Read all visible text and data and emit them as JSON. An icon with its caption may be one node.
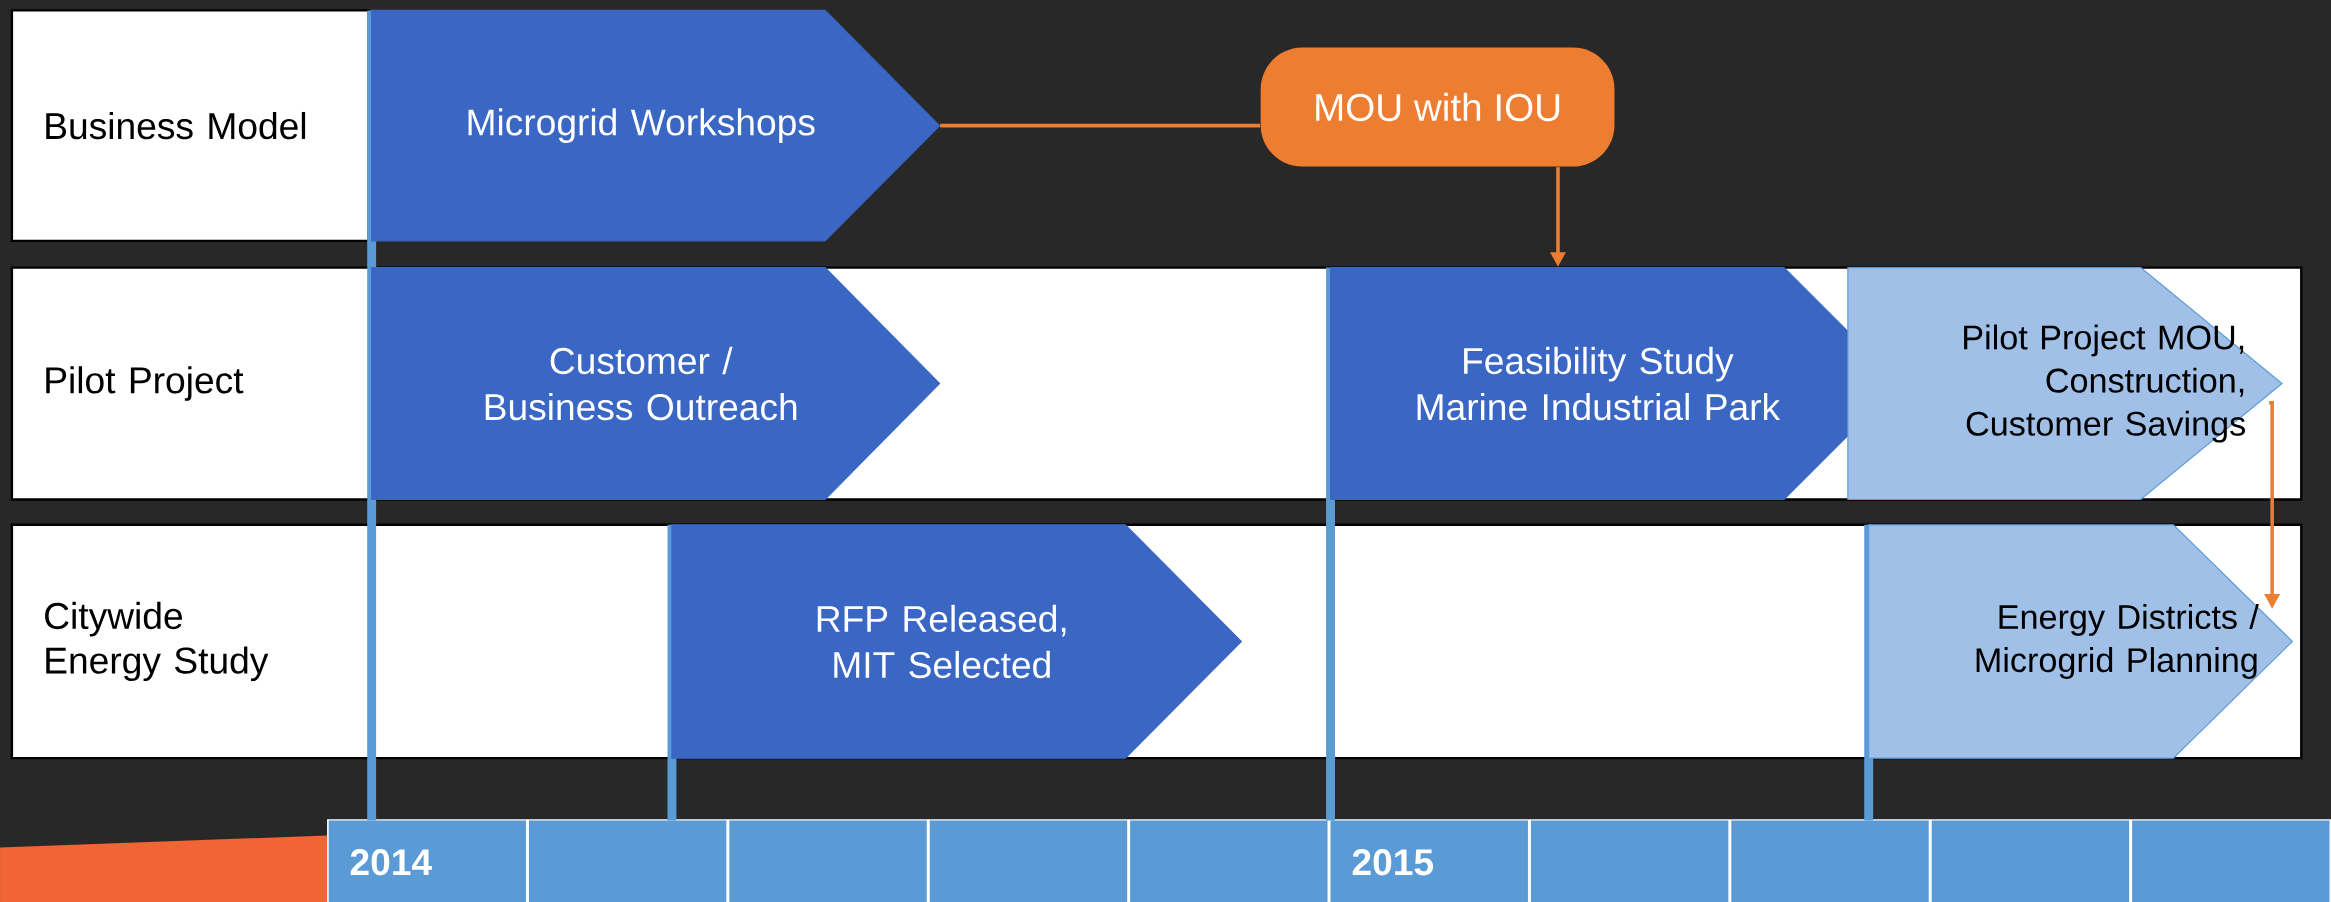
{
  "diagram": {
    "nodes": [
      {
        "text": [
          "Business Model"
        ]
      },
      {
        "text": [
          "Microgrid Workshops"
        ]
      },
      {
        "text": [
          "MOU with IOU"
        ]
      },
      {
        "text": [
          "Pilot Project"
        ]
      },
      {
        "text": [
          "Customer / Business Outreach"
        ],
        "in": 3
      },
      {
        "text": [
          "Feasibility Study Marine Industrial Park"
        ],
        "in": 3
      },
      {
        "text": [
          "Pilot Project MOU, Construction, Customer Savings"
        ],
        "in": 3
      },
      {
        "text": [
          "Citywide Energy Study"
        ]
      },
      {
        "text": [
          "RFP Released, MIT Selected"
        ],
        "in": 7
      },
      {
        "text": [
          "Energy Districts / Microgrid Planning"
        ],
        "in": 7
      }
    ],
    "edges": [
      {
        "from": 1,
        "to": 2,
        "arrow": "none"
      },
      {
        "from": 2,
        "to": 5,
        "arrow": "to"
      },
      {
        "from": 6,
        "to": 9,
        "arrow": "to"
      }
    ],
    "labels": [
      "2014",
      "2015"
    ]
  }
}
